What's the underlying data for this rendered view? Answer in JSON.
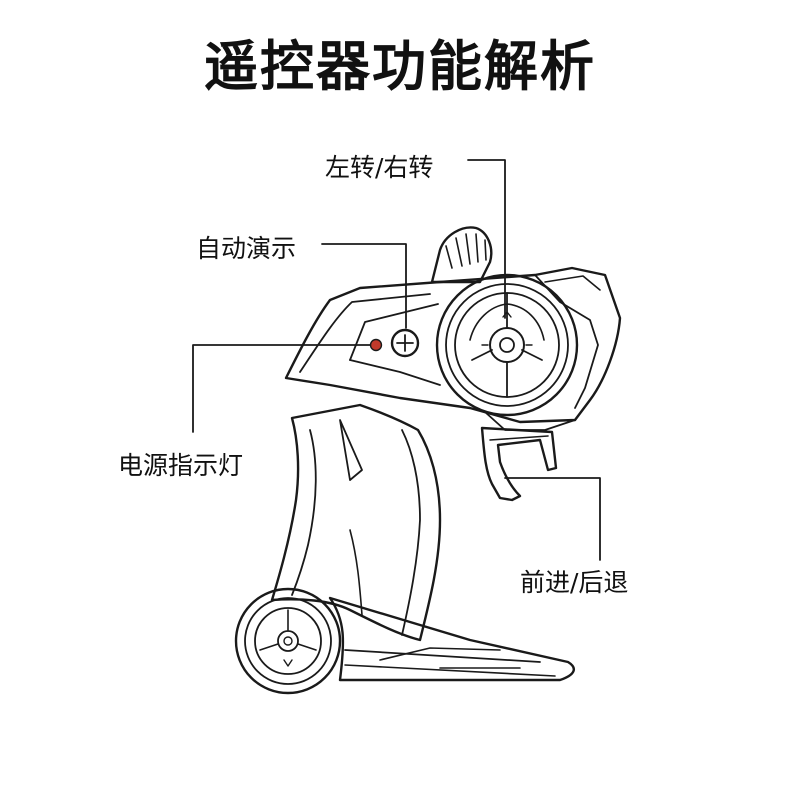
{
  "title": "遥控器功能解析",
  "labels": {
    "steering": "左转/右转",
    "auto_demo": "自动演示",
    "power_indicator": "电源指示灯",
    "throttle": "前进/后退"
  },
  "colors": {
    "line": "#1a1a1a",
    "indicator_led": "#c0392b"
  }
}
